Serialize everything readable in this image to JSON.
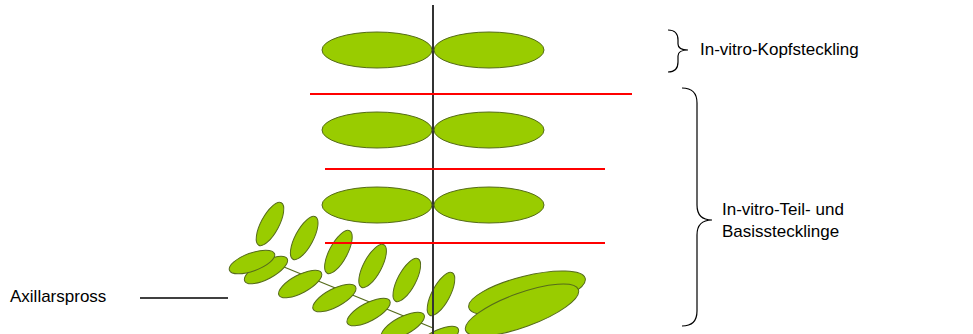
{
  "diagram": {
    "labels": [
      "In-vitro-Kopfsteckling",
      "In-vitro-Teil- und Basisstecklinge",
      "Axillarspross"
    ]
  }
}
